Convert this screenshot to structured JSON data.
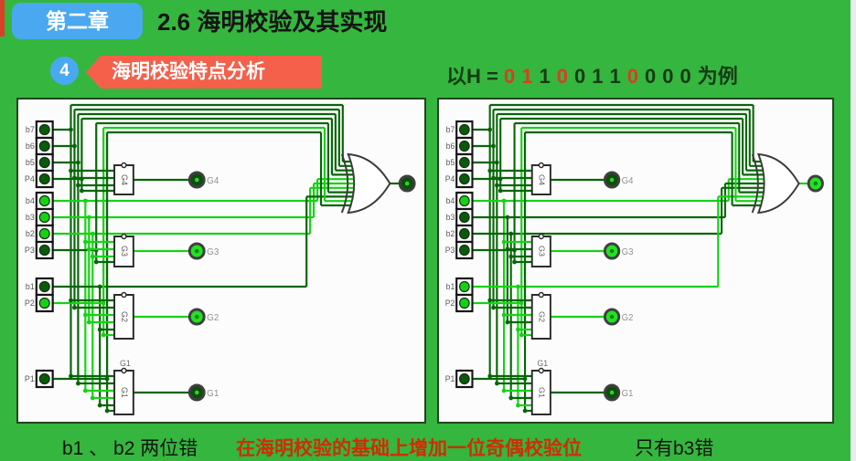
{
  "slide": {
    "chapter_badge": "第二章",
    "title": "2.6 海明校验及其实现",
    "step_number": "4",
    "section_banner": "海明校验特点分析",
    "example": {
      "prefix": "以H = ",
      "suffix": "为例",
      "bits": [
        {
          "digit": "0",
          "color": "red"
        },
        {
          "digit": "1",
          "color": "red"
        },
        {
          "digit": "1",
          "color": "dark"
        },
        {
          "digit": "0",
          "color": "red"
        },
        {
          "digit": "0",
          "color": "dark"
        },
        {
          "digit": "1",
          "color": "dark"
        },
        {
          "digit": "1",
          "color": "dark"
        },
        {
          "digit": "0",
          "color": "red"
        },
        {
          "digit": "0",
          "color": "dark"
        },
        {
          "digit": "0",
          "color": "dark"
        },
        {
          "digit": "0",
          "color": "dark"
        }
      ]
    },
    "captions": {
      "left": "b1 、 b2 两位错",
      "middle": "在海明校验的基础上增加一位奇偶校验位",
      "right": "只有b3错"
    }
  },
  "colors": {
    "background": "#35b63e",
    "badge_blue": "#4aa8f0",
    "banner_red": "#f4604a",
    "caption_red": "#ce2e04",
    "digit_red": "#d6401f",
    "dark_text": "#173a17",
    "wire_on": "#16d216",
    "wire_off": "#076607",
    "led_on": "#25e025",
    "led_off": "#0c4f0c",
    "pin_on": "#15d215",
    "pin_off": "#0a5a0a"
  },
  "panels": [
    {
      "id": "left",
      "pins": [
        {
          "label": "b7",
          "value": 0
        },
        {
          "label": "b6",
          "value": 0
        },
        {
          "label": "b5",
          "value": 0
        },
        {
          "label": "P4",
          "value": 0
        },
        {
          "label": "b4",
          "value": 1
        },
        {
          "label": "b3",
          "value": 1
        },
        {
          "label": "b2",
          "value": 1
        },
        {
          "label": "P3",
          "value": 0
        },
        {
          "label": "b1",
          "value": 0
        },
        {
          "label": "P2",
          "value": 1
        },
        {
          "label": "P1",
          "value": 0
        }
      ],
      "gates": [
        {
          "label": "G4"
        },
        {
          "label": "G3"
        },
        {
          "label": "G2"
        },
        {
          "label": "G1"
        }
      ],
      "leds": [
        {
          "label": "G4",
          "value": 0
        },
        {
          "label": "G3",
          "value": 1
        },
        {
          "label": "G2",
          "value": 1
        },
        {
          "label": "G1",
          "value": 0
        }
      ],
      "parity_led_value": 0
    },
    {
      "id": "right",
      "pins": [
        {
          "label": "b7",
          "value": 0
        },
        {
          "label": "b6",
          "value": 0
        },
        {
          "label": "b5",
          "value": 0
        },
        {
          "label": "P4",
          "value": 0
        },
        {
          "label": "b4",
          "value": 1
        },
        {
          "label": "b3",
          "value": 0
        },
        {
          "label": "b2",
          "value": 0
        },
        {
          "label": "P3",
          "value": 0
        },
        {
          "label": "b1",
          "value": 1
        },
        {
          "label": "P2",
          "value": 1
        },
        {
          "label": "P1",
          "value": 0
        }
      ],
      "gates": [
        {
          "label": "G4"
        },
        {
          "label": "G3"
        },
        {
          "label": "G2"
        },
        {
          "label": "G1"
        }
      ],
      "leds": [
        {
          "label": "G4",
          "value": 0
        },
        {
          "label": "G3",
          "value": 1
        },
        {
          "label": "G2",
          "value": 1
        },
        {
          "label": "G1",
          "value": 0
        }
      ],
      "parity_led_value": 1
    }
  ]
}
